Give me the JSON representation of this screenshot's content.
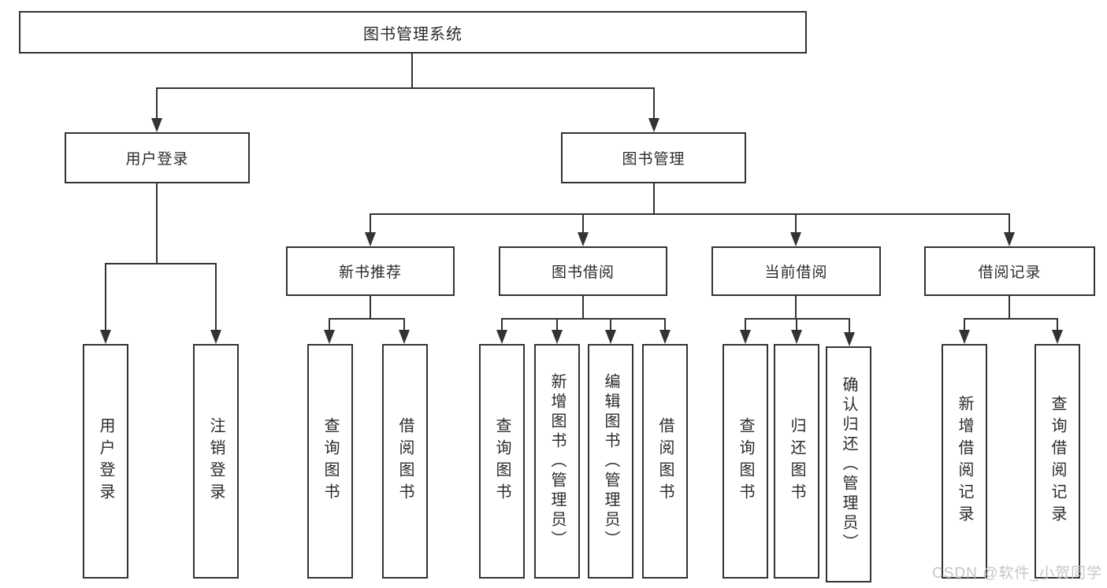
{
  "diagram": {
    "type": "hierarchy-tree",
    "watermark": "CSDN @软件_小贺同学",
    "colors": {
      "line": "#333333",
      "box_border": "#333333",
      "box_fill": "#ffffff",
      "text": "#2b2b2b",
      "watermark": "#c6c6c6",
      "background": "#ffffff"
    },
    "nodes": {
      "root": "图书管理系统",
      "user_login": "用户登录",
      "book_mgmt": "图书管理",
      "new_book_rec": "新书推荐",
      "book_borrow": "图书借阅",
      "current_borrow": "当前借阅",
      "borrow_records": "借阅记录",
      "ul_user_login": "用户登录",
      "ul_logout": "注销登录",
      "nb_query_book": "查询图书",
      "nb_borrow_book": "借阅图书",
      "bb_query_book": "查询图书",
      "bb_add_book": "新增图书（管理员）",
      "bb_edit_book": "编辑图书（管理员）",
      "bb_borrow_book": "借阅图书",
      "cb_query_book": "查询图书",
      "cb_return_book": "归还图书",
      "cb_confirm_return": "确认归还（管理员）",
      "br_add_record": "新增借阅记录",
      "br_query_record": "查询借阅记录"
    },
    "hierarchy": {
      "图书管理系统": {
        "用户登录": [
          "用户登录",
          "注销登录"
        ],
        "图书管理": {
          "新书推荐": [
            "查询图书",
            "借阅图书"
          ],
          "图书借阅": [
            "查询图书",
            "新增图书（管理员）",
            "编辑图书（管理员）",
            "借阅图书"
          ],
          "当前借阅": [
            "查询图书",
            "归还图书",
            "确认归还（管理员）"
          ],
          "借阅记录": [
            "新增借阅记录",
            "查询借阅记录"
          ]
        }
      }
    }
  }
}
